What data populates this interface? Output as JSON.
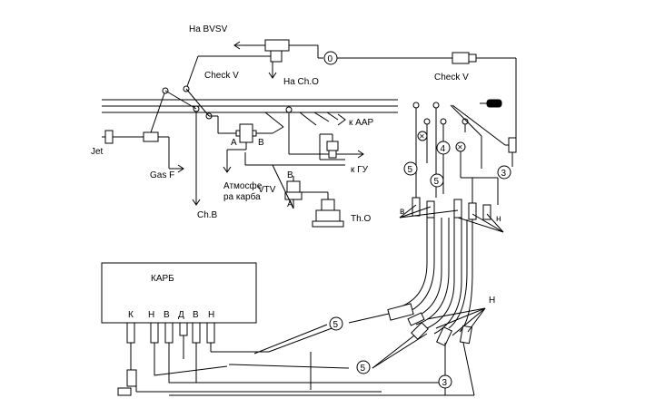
{
  "labels": {
    "na_bvsv": "На BVSV",
    "check_v_left": "Check V",
    "na_cho": "На Ch.O",
    "check_v_right": "Check V",
    "k_aap": "к ААР",
    "jet": "Jet",
    "gas_f": "Gas F",
    "chb": "Ch.B",
    "atm_line1": "Атмосфе",
    "atm_line2": "ра карба",
    "vtv": "VTV",
    "k_gu": "к ГУ",
    "tho": "Th.O",
    "valve_a": "А",
    "valve_b": "В",
    "vtv_b": "В",
    "vtv_a": "А",
    "karb": "КАРБ",
    "port_k": "К",
    "port_n1": "Н",
    "port_v1": "В",
    "port_d": "Д",
    "port_v2": "В",
    "port_n2": "Н",
    "cluster_v": "в",
    "cluster_n": "н",
    "big_n": "Н"
  },
  "markers": {
    "zero": "0",
    "three_top": "3",
    "three_bottom": "3",
    "four": "4",
    "five_a": "5",
    "five_b": "5",
    "five_c": "5",
    "five_d": "5",
    "x_a": "×",
    "x_b": "×"
  }
}
